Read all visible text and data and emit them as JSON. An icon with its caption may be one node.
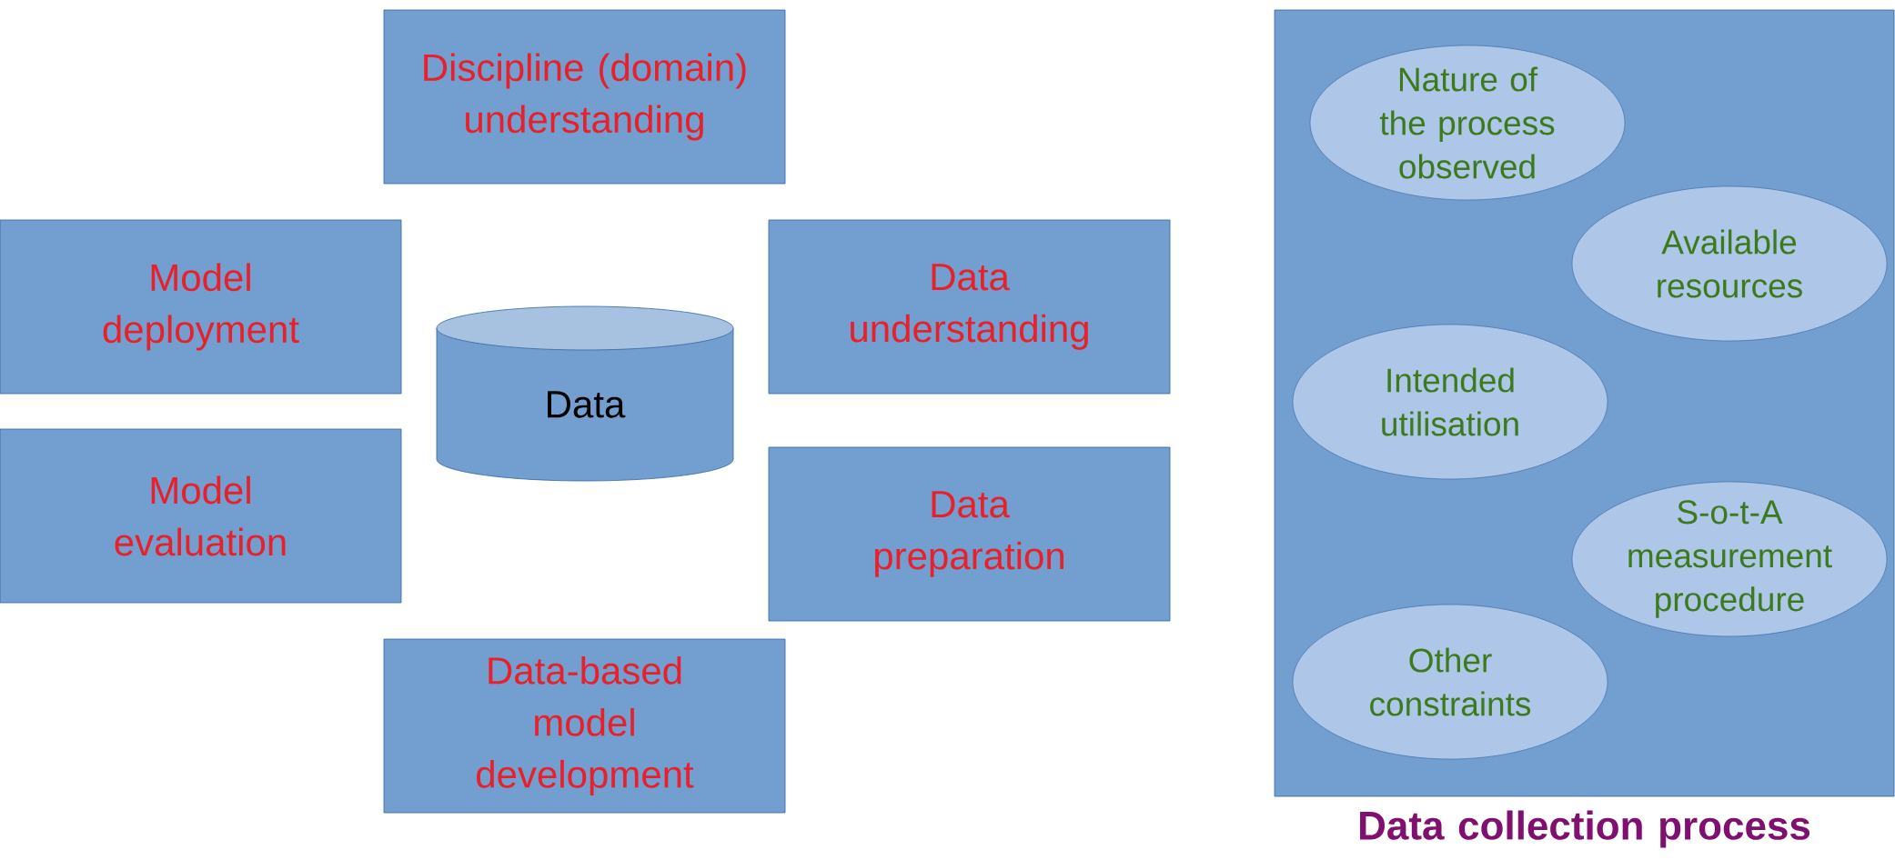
{
  "diagram": {
    "nodes": [
      {
        "text": [
          "Discipline (domain) understanding"
        ]
      },
      {
        "text": [
          "Model deployment"
        ]
      },
      {
        "text": [
          "Data understanding"
        ]
      },
      {
        "text": [
          "Data"
        ]
      },
      {
        "text": [
          "Model evaluation"
        ]
      },
      {
        "text": [
          "Data preparation"
        ]
      },
      {
        "text": [
          "Data-based model development"
        ]
      },
      {
        "text": [
          "Data collection process"
        ]
      },
      {
        "text": [
          "Nature of the process observed"
        ],
        "in": 7
      },
      {
        "text": [
          "Available resources"
        ],
        "in": 7
      },
      {
        "text": [
          "Intended utilisation"
        ],
        "in": 7
      },
      {
        "text": [
          "S-o-t-A measurement procedure"
        ],
        "in": 7
      },
      {
        "text": [
          "Other constraints"
        ],
        "in": 7
      }
    ]
  }
}
